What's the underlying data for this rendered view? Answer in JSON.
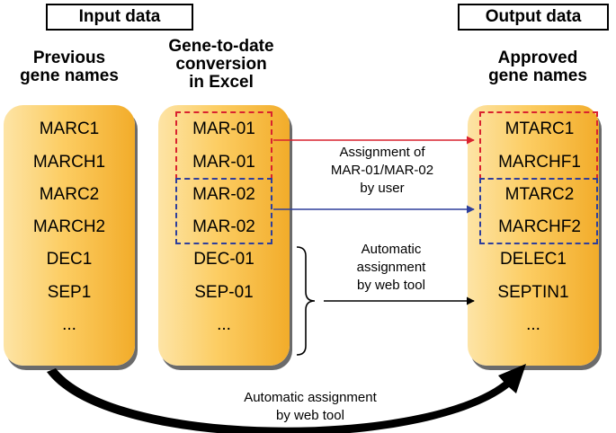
{
  "headers": {
    "input_data": "Input data",
    "output_data": "Output data"
  },
  "columns": {
    "previous": {
      "title_line1": "Previous",
      "title_line2": "gene names",
      "items": [
        "MARC1",
        "MARCH1",
        "MARC2",
        "MARCH2",
        "DEC1",
        "SEP1",
        "..."
      ]
    },
    "excel": {
      "title_line1": "Gene-to-date",
      "title_line2": "conversion",
      "title_line3": "in Excel",
      "items": [
        "MAR-01",
        "MAR-01",
        "MAR-02",
        "MAR-02",
        "DEC-01",
        "SEP-01",
        "..."
      ]
    },
    "approved": {
      "title_line1": "Approved",
      "title_line2": "gene names",
      "items": [
        "MTARC1",
        "MARCHF1",
        "MTARC2",
        "MARCHF2",
        "DELEC1",
        "SEPTIN1",
        "..."
      ]
    }
  },
  "annotations": {
    "user_assignment": [
      "Assignment of",
      "MAR-01/MAR-02",
      "by user"
    ],
    "web_tool_assignment": [
      "Automatic",
      "assignment",
      "by web tool"
    ],
    "bottom_assignment": [
      "Automatic assignment",
      "by web tool"
    ]
  },
  "colors": {
    "red_dashed": "#d9222f",
    "blue_dashed": "#2e3f9c",
    "column_light": "#fde4a6",
    "column_dark": "#f2ac2a"
  }
}
